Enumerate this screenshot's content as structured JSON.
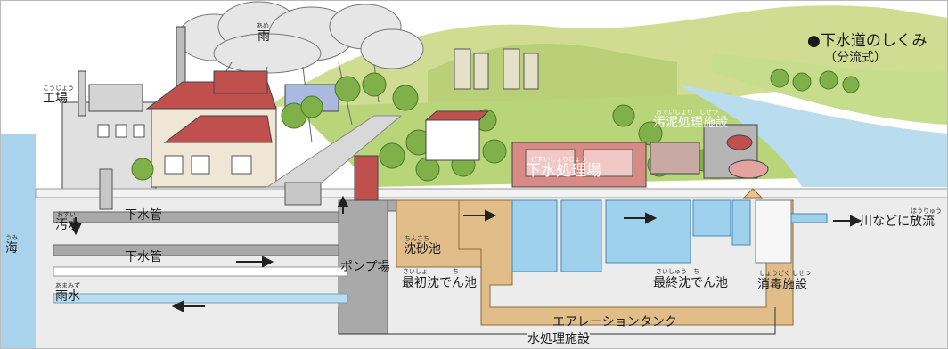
{
  "title": {
    "bullet": "●",
    "main": "下水道のしくみ",
    "sub": "（分流式）"
  },
  "labels": {
    "rain": "雨",
    "factory": "工場",
    "sea": "海",
    "wastewater": "汚水",
    "sewer_pipe_1": "下水管",
    "sewer_pipe_2": "下水管",
    "rainwater": "雨水",
    "pump_station": "ポンプ場",
    "sand_basin": "沈砂池",
    "primary_tank": "最初沈でん池",
    "aeration_tank": "エアレーションタンク",
    "water_treatment": "水処理施設",
    "final_tank": "最終沈でん池",
    "disinfection": "消毒施設",
    "discharge": "川などに放流",
    "sludge_facility": "汚泥処理施設",
    "treatment_plant": "下水処理場"
  },
  "furigana": {
    "rain": "あめ",
    "factory": "こうじょう",
    "sea": "うみ",
    "wastewater": "おすい",
    "rainwater": "あまみず",
    "sand_basin": "ちんさち",
    "primary_tank": "さいしょ　　　　ち",
    "final_tank": "さいしゅう　ち",
    "disinfection": "しょうどく しせつ",
    "discharge": "ほうりゅう",
    "sludge_facility": "おでいしょり　しせつ",
    "treatment_plant": "げすいしょりじょう"
  },
  "colors": {
    "sky": "#ffffff",
    "hills": "#c9d98a",
    "trees": "#7fb04a",
    "river": "#b9dcef",
    "sea": "#a9d3ec",
    "pipe": "#a9a9a9",
    "sludge_brown": "#d9b27c",
    "water": "#8fc6e6",
    "roof_red": "#c0504d",
    "ground": "#ececec"
  }
}
